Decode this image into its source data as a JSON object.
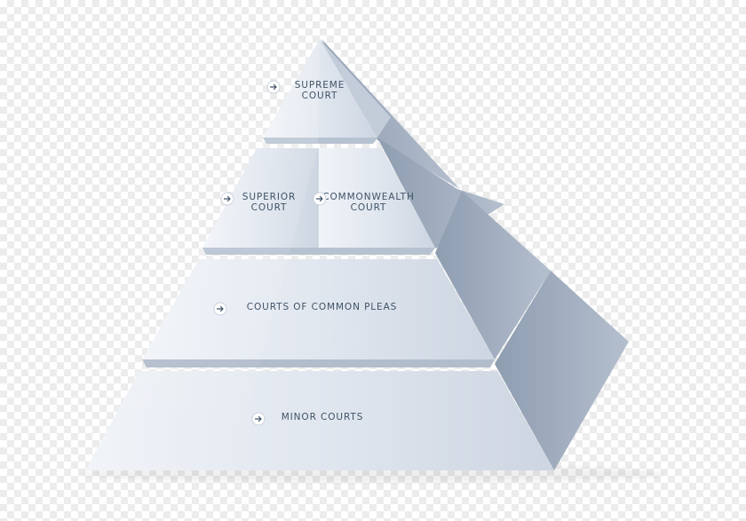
{
  "diagram": {
    "tiers": [
      {
        "id": "supreme",
        "lines": [
          "SUPREME",
          "COURT"
        ]
      },
      {
        "id": "superior",
        "lines": [
          "SUPERIOR",
          "COURT"
        ]
      },
      {
        "id": "commonwealth",
        "lines": [
          "COMMONWEALTH",
          "COURT"
        ]
      },
      {
        "id": "common-pleas",
        "lines": [
          "COURTS OF COMMON PLEAS"
        ]
      },
      {
        "id": "minor",
        "lines": [
          "MINOR COURTS"
        ]
      }
    ],
    "icon": "arrow-right-circle-icon",
    "colors": {
      "front_light": "#e8ecf3",
      "front_dark": "#c5cedc",
      "side": "#aab6c7",
      "side_dark": "#93a1b4",
      "text": "#3f5266"
    }
  }
}
